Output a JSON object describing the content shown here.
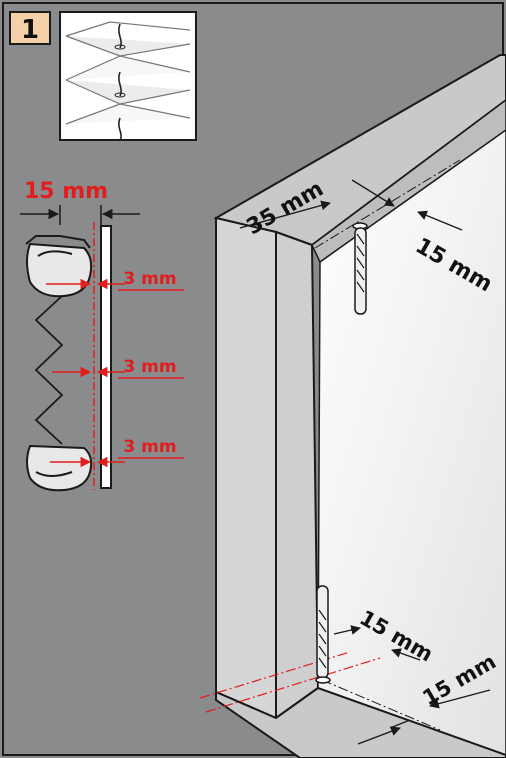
{
  "step": {
    "number": "1"
  },
  "colors": {
    "background": "#8a8b8d",
    "frame": "#d9d9d9",
    "frame_inner": "#eeeeee",
    "measure_red": "#e21d1d",
    "outline": "#1a1a1a"
  },
  "profile_dimensions": {
    "top_width": "15 mm",
    "offset_top": "3 mm",
    "offset_middle": "3 mm",
    "offset_bottom": "3 mm"
  },
  "frame_dimensions": {
    "top_depth": "35 mm",
    "top_edge": "15 mm",
    "bottom_depth": "15 mm",
    "bottom_edge": "15 mm"
  },
  "icons": [
    "pleated-fabric-icon",
    "profile-rail-icon",
    "drill-bit-icon",
    "window-frame-icon"
  ]
}
